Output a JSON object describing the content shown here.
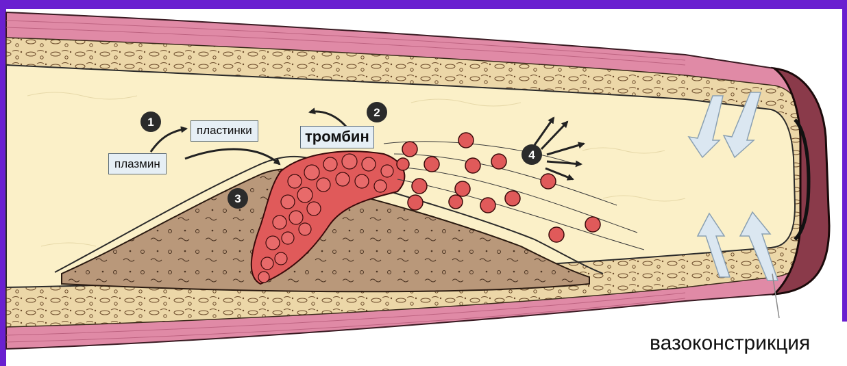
{
  "diagram": {
    "labels": {
      "plasmin": "плазмин",
      "platelets": "пластинки",
      "thrombin": "тромбин",
      "vasoconstriction": "вазоконстрикция"
    },
    "steps": [
      "1",
      "2",
      "3",
      "4"
    ],
    "colors": {
      "frame": "#6a1fd0",
      "vessel_wall": "#e08aa6",
      "lumen": "#fbf0c8",
      "plaque": "#b9987a",
      "blood_cells": "#e05a5a",
      "markers": "#2b2b2b",
      "flow_arrows": "#dbe7f1"
    }
  }
}
